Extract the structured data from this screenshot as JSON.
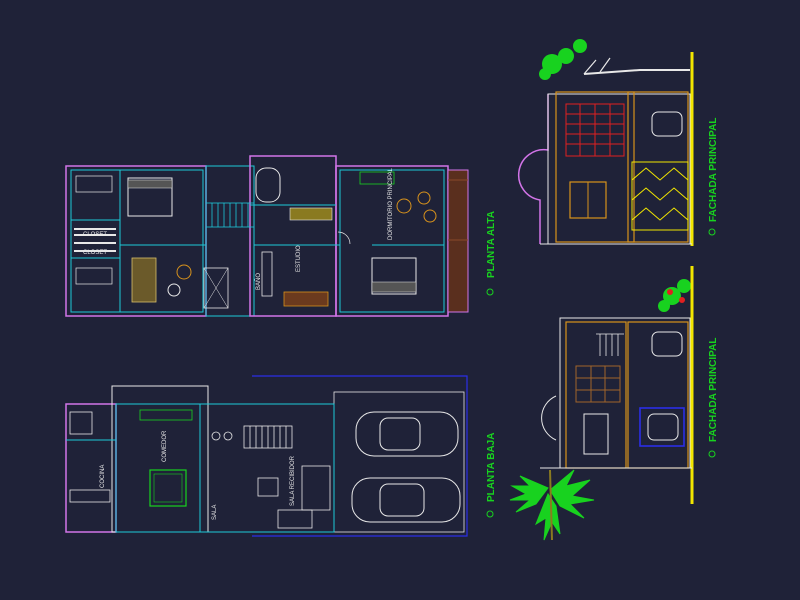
{
  "titles": {
    "planta_alta": "PLANTA ALTA",
    "planta_baja": "PLANTA BAJA",
    "fachada_1": "FACHADA PRINCIPAL",
    "fachada_2": "FACHADA PRINCIPAL"
  },
  "room_labels": {
    "closet_1": "CLOSET",
    "closet_2": "CLOSET",
    "bano": "BAÑO",
    "cocina": "COCINA",
    "comedor": "COMEDOR",
    "sala": "SALA",
    "sala_recibidor": "SALA RECIBIDOR",
    "dormitorio_principal": "DORMITORIO PRINCIPAL",
    "estudio": "ESTUDIO"
  },
  "colors": {
    "background": "#1f2238",
    "wall_cyan": "#1ec9d8",
    "wall_magenta": "#d274e8",
    "title_green": "#18d21f",
    "facade_yellow": "#f2e600",
    "lot_blue": "#2b2ee6",
    "orange_frame": "#d7921c",
    "red_detail": "#e02020"
  }
}
